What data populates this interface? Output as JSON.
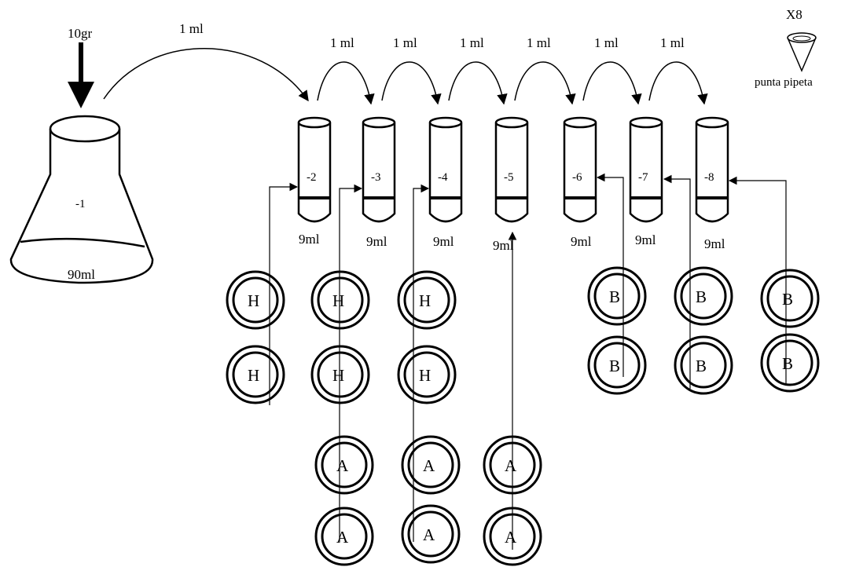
{
  "flask": {
    "input_label": "10gr",
    "dilution": "-1",
    "volume": "90ml"
  },
  "transfer_volume": "1 ml",
  "tip": {
    "count": "X8",
    "label": "punta pipeta"
  },
  "tubes": [
    {
      "dilution": "-2",
      "volume": "9ml"
    },
    {
      "dilution": "-3",
      "volume": "9ml"
    },
    {
      "dilution": "-4",
      "volume": "9ml"
    },
    {
      "dilution": "-5",
      "volume": "9ml"
    },
    {
      "dilution": "-6",
      "volume": "9ml"
    },
    {
      "dilution": "-7",
      "volume": "9ml"
    },
    {
      "dilution": "-8",
      "volume": "9ml"
    }
  ],
  "plates": {
    "h": "H",
    "a": "A",
    "b": "B"
  }
}
